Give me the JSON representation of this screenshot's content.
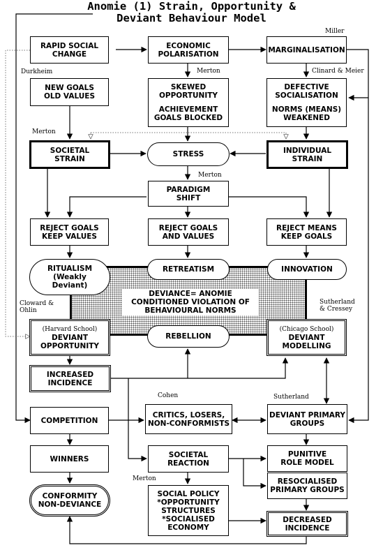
{
  "title": {
    "line1": "Anomie (1) Strain, Opportunity &",
    "line2": "Deviant Behaviour Model"
  },
  "nodes": {
    "rapid_social_change": [
      "RAPID SOCIAL",
      "CHANGE"
    ],
    "economic_polarisation": [
      "ECONOMIC",
      "POLARISATION"
    ],
    "marginalisation": [
      "MARGINALISATION"
    ],
    "new_goals_old_values": [
      "NEW GOALS",
      "OLD VALUES"
    ],
    "skewed_opportunity": [
      "SKEWED",
      "OPPORTUNITY",
      "",
      "ACHIEVEMENT",
      "GOALS BLOCKED"
    ],
    "defective_socialisation": [
      "DEFECTIVE",
      "SOCIALISATION",
      "",
      "NORMS (MEANS)",
      "WEAKENED"
    ],
    "societal_strain": [
      "SOCIETAL",
      "STRAIN"
    ],
    "stress": [
      "STRESS"
    ],
    "individual_strain": [
      "INDIVIDUAL",
      "STRAIN"
    ],
    "paradigm_shift": [
      "PARADIGM",
      "SHIFT"
    ],
    "reject_goals_keep_values": [
      "REJECT GOALS",
      "KEEP VALUES"
    ],
    "reject_goals_and_values": [
      "REJECT GOALS",
      "AND VALUES"
    ],
    "reject_means_keep_goals": [
      "REJECT MEANS",
      "KEEP GOALS"
    ],
    "ritualism": [
      "RITUALISM",
      "(Weakly",
      "Deviant)"
    ],
    "retreatism": [
      "RETREATISM"
    ],
    "innovation": [
      "INNOVATION"
    ],
    "deviance_anomie": [
      "DEVIANCE= ANOMIE",
      "CONDITIONED VIOLATION OF",
      "BEHAVIOURAL NORMS"
    ],
    "deviant_opportunity": {
      "school": "(Harvard School)",
      "lines": [
        "DEVIANT",
        "OPPORTUNITY"
      ]
    },
    "rebellion": [
      "REBELLION"
    ],
    "deviant_modelling": {
      "school": "(Chicago School)",
      "lines": [
        "DEVIANT",
        "MODELLING"
      ]
    },
    "increased_incidence": [
      "INCREASED",
      "INCIDENCE"
    ],
    "competition": [
      "COMPETITION"
    ],
    "critics": [
      "CRITICS, LOSERS,",
      "NON-CONFORMISTS"
    ],
    "deviant_primary_groups": [
      "DEVIANT PRIMARY",
      "GROUPS"
    ],
    "winners": [
      "WINNERS"
    ],
    "societal_reaction": [
      "SOCIETAL",
      "REACTION"
    ],
    "punitive_role_model": [
      "PUNITIVE",
      "ROLE MODEL"
    ],
    "resocialised_primary_groups": [
      "RESOCIALISED",
      "PRIMARY GROUPS"
    ],
    "conformity": [
      "CONFORMITY",
      "NON-DEVIANCE"
    ],
    "social_policy": [
      "SOCIAL POLICY",
      "*OPPORTUNITY",
      "STRUCTURES",
      "*SOCIALISED",
      "ECONOMY"
    ],
    "decreased_incidence": [
      "DECREASED",
      "INCIDENCE"
    ]
  },
  "labels": {
    "miller": "Miller",
    "durkheim": "Durkheim",
    "merton_1": "Merton",
    "clinard_meier": "Clinard & Meier",
    "merton_2": "Merton",
    "merton_3": "Merton",
    "cloward_ohlin": [
      "Cloward &",
      "Ohlin"
    ],
    "sutherland_cressey": [
      "Sutherland",
      "& Cressey"
    ],
    "cohen": "Cohen",
    "sutherland": "Sutherland",
    "merton_4": "Merton"
  }
}
